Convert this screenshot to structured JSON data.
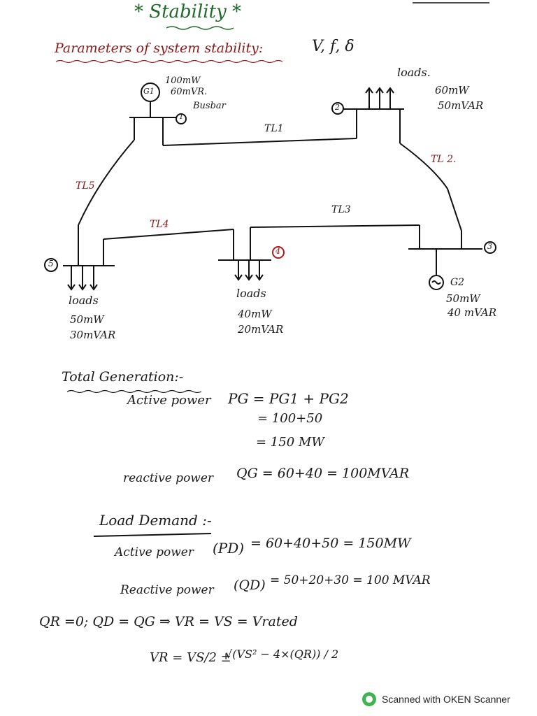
{
  "title": "* Stability *",
  "parameters_heading": "Parameters of system stability:",
  "parameters_symbols": "V, f, δ",
  "diagram": {
    "g1_label": "G1",
    "g1_rating_mw": "100mW",
    "g1_rating_mvar": "60mVR.",
    "busbar_label": "Busbar",
    "bus1": "1",
    "bus2": "2",
    "bus3": "3",
    "bus4": "4",
    "bus5": "5",
    "tl1": "TL1",
    "tl2": "TL 2.",
    "tl3": "TL3",
    "tl4": "TL4",
    "tl5": "TL5",
    "loads_top_label": "loads.",
    "loads_top_mw": "60mW",
    "loads_top_mvar": "50mVAR",
    "loads_left_label": "loads",
    "loads_left_mw": "50mW",
    "loads_left_mvar": "30mVAR",
    "loads_mid_label": "loads",
    "loads_mid_mw": "40mW",
    "loads_mid_mvar": "20mVAR",
    "g2_label": "G2",
    "g2_mw": "50mW",
    "g2_mvar": "40 mVAR"
  },
  "total_generation": {
    "heading": "Total Generation:-",
    "active_label": "Active power",
    "active_formula": "PG = PG1 + PG2",
    "active_step1": "= 100+50",
    "active_step2": "= 150 MW",
    "reactive_label": "reactive power",
    "reactive_formula": "QG = 60+40 = 100MVAR"
  },
  "load_demand": {
    "heading": "Load Demand :-",
    "active_label": "Active power",
    "active_symbol": "(PD)",
    "active_formula": "= 60+40+50 = 150MW",
    "reactive_label": "Reactive power",
    "reactive_symbol": "(QD)",
    "reactive_formula": "= 50+20+30 = 100 MVAR"
  },
  "equations": {
    "line1": "QR =0; QD = QG ⇒ VR = VS = Vrated",
    "line2_lhs": "VR = VS/2 ± ",
    "line2_rhs": "√(VS² − 4×(QR)) / 2"
  },
  "footer": "Scanned with OKEN Scanner"
}
